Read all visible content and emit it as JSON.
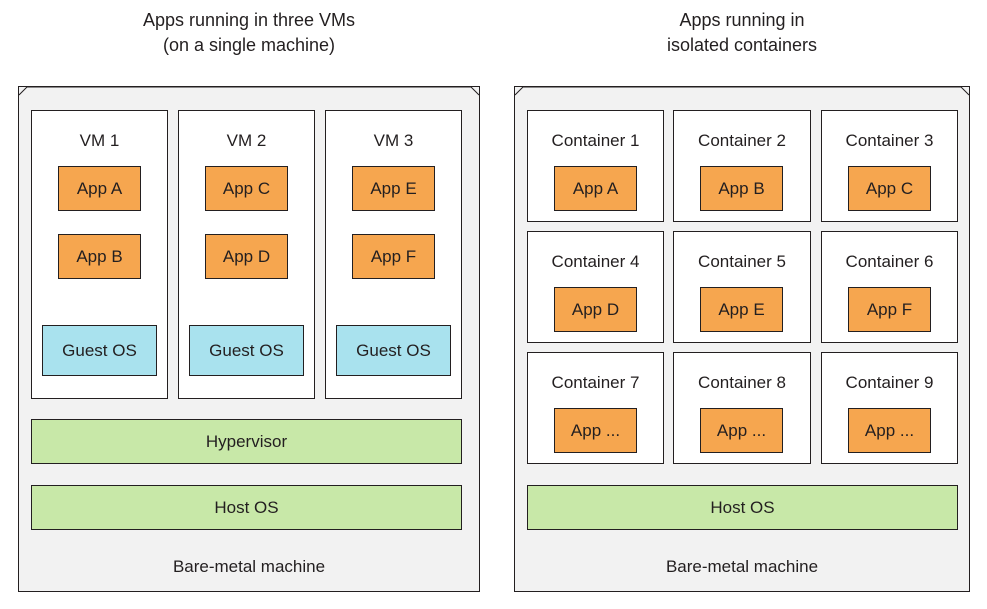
{
  "left": {
    "title": "Apps running in three VMs\n(on a single machine)",
    "vms": [
      {
        "label": "VM 1",
        "apps": [
          "App A",
          "App B"
        ],
        "guest_os": "Guest OS"
      },
      {
        "label": "VM 2",
        "apps": [
          "App C",
          "App D"
        ],
        "guest_os": "Guest OS"
      },
      {
        "label": "VM 3",
        "apps": [
          "App E",
          "App F"
        ],
        "guest_os": "Guest OS"
      }
    ],
    "hypervisor": "Hypervisor",
    "host_os": "Host OS",
    "machine": "Bare-metal machine"
  },
  "right": {
    "title": "Apps running in\nisolated containers",
    "containers": [
      {
        "label": "Container 1",
        "app": "App A"
      },
      {
        "label": "Container 2",
        "app": "App B"
      },
      {
        "label": "Container 3",
        "app": "App C"
      },
      {
        "label": "Container 4",
        "app": "App D"
      },
      {
        "label": "Container 5",
        "app": "App E"
      },
      {
        "label": "Container 6",
        "app": "App F"
      },
      {
        "label": "Container 7",
        "app": "App ..."
      },
      {
        "label": "Container 8",
        "app": "App ..."
      },
      {
        "label": "Container 9",
        "app": "App ..."
      }
    ],
    "host_os": "Host OS",
    "machine": "Bare-metal machine"
  },
  "colors": {
    "app": "#f6a64f",
    "guest_os": "#a9e2ee",
    "layer": "#c8e8a8",
    "machine": "#f2f2f2"
  }
}
